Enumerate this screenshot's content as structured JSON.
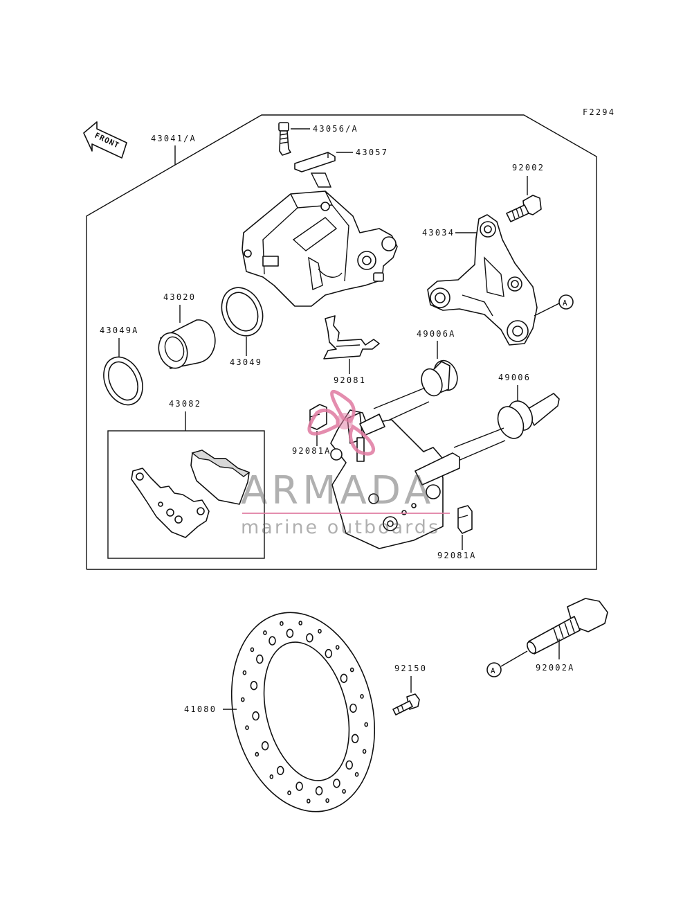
{
  "figure_code": "F2294",
  "front_label": "FRONT",
  "ref_marker": "A",
  "parts": {
    "caliper_assy": "43041/A",
    "bleed_valve": "43056/A",
    "cap": "43057",
    "bolt_top": "92002",
    "holder": "43034",
    "piston": "43020",
    "seal_outer": "43049A",
    "seal_piston": "43049",
    "pad_set": "43082",
    "spring": "92081",
    "boot_a": "49006A",
    "boot": "49006",
    "spring_a_left": "92081A",
    "spring_a_right": "92081A",
    "disc": "41080",
    "screw": "92150",
    "bolt_bottom": "92002A"
  },
  "watermark": {
    "brand": "ARMADA",
    "tagline": "marine outboards",
    "accent_color": "#e07aa0",
    "text_color": "#555555"
  }
}
